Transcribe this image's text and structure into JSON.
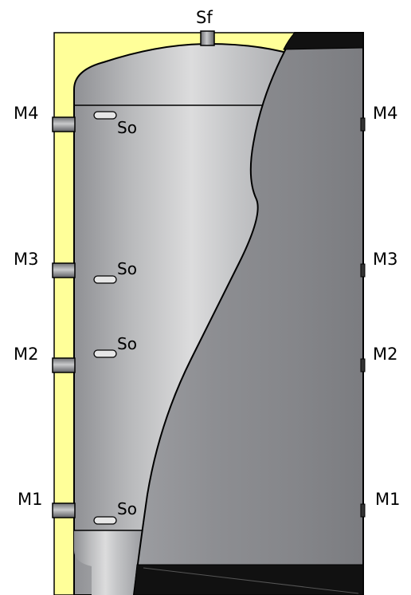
{
  "labels": {
    "top": "Sf",
    "left": [
      "M4",
      "M3",
      "M2",
      "M1"
    ],
    "right": [
      "M4",
      "M3",
      "M2",
      "M1"
    ],
    "sensor": "So"
  },
  "colors": {
    "insulation": "#ffff99",
    "tank_light": "#cfcfd1",
    "tank_dark": "#8e8f93",
    "jacket": "#8c8d91",
    "outline": "#000000"
  }
}
